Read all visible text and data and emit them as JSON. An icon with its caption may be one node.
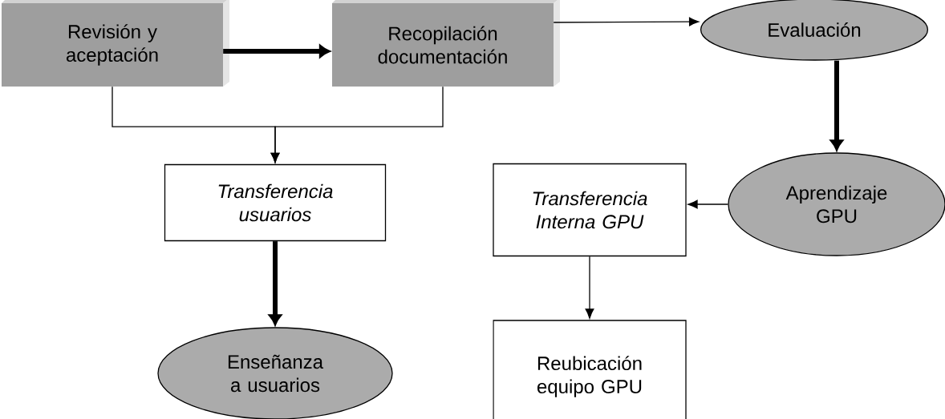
{
  "diagram": {
    "nodes": [
      {
        "text": [
          "Revisión y aceptación"
        ]
      },
      {
        "text": [
          "Recopilación documentación"
        ]
      },
      {
        "text": [
          "Evaluación"
        ]
      },
      {
        "text": [
          "Transferencia usuarios"
        ]
      },
      {
        "text": [
          "Enseñanza a usuarios"
        ]
      },
      {
        "text": [
          "Transferencia Interna GPU"
        ]
      },
      {
        "text": [
          "Aprendizaje GPU"
        ]
      },
      {
        "text": [
          "Reubicación equipo GPU"
        ]
      }
    ],
    "edges": [
      {
        "from": 0,
        "to": 1,
        "arrow": "to",
        "style": "thick"
      },
      {
        "from": 1,
        "to": 2,
        "arrow": "to"
      },
      {
        "from": 0,
        "to": 3,
        "arrow": "to"
      },
      {
        "from": 1,
        "to": 3,
        "arrow": "to"
      },
      {
        "from": 3,
        "to": 4,
        "arrow": "to",
        "style": "thick"
      },
      {
        "from": 2,
        "to": 6,
        "arrow": "to",
        "style": "thick"
      },
      {
        "from": 6,
        "to": 5,
        "arrow": "to"
      },
      {
        "from": 5,
        "to": 7,
        "arrow": "to"
      }
    ]
  }
}
